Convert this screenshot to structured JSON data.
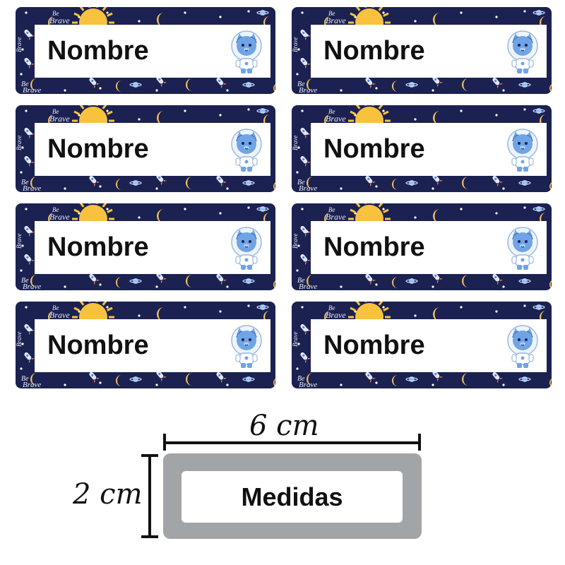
{
  "labels": [
    {
      "name": "Nombre"
    },
    {
      "name": "Nombre"
    },
    {
      "name": "Nombre"
    },
    {
      "name": "Nombre"
    },
    {
      "name": "Nombre"
    },
    {
      "name": "Nombre"
    },
    {
      "name": "Nombre"
    },
    {
      "name": "Nombre"
    }
  ],
  "pattern_text": {
    "line1": "Be",
    "line2": "Brave"
  },
  "dimensions": {
    "width_label": "6 cm",
    "height_label": "2 cm",
    "sample_text": "Medidas"
  },
  "colors": {
    "label_background": "#1b2150",
    "moon": "#f5c15a",
    "sun": "#f8c23e",
    "mascot": "#6fa4e6",
    "sample_frame": "#a2a5a8"
  },
  "icons": [
    "moon-icon",
    "sun-icon",
    "rocket-icon",
    "planet-icon",
    "astronaut-monster-icon"
  ]
}
